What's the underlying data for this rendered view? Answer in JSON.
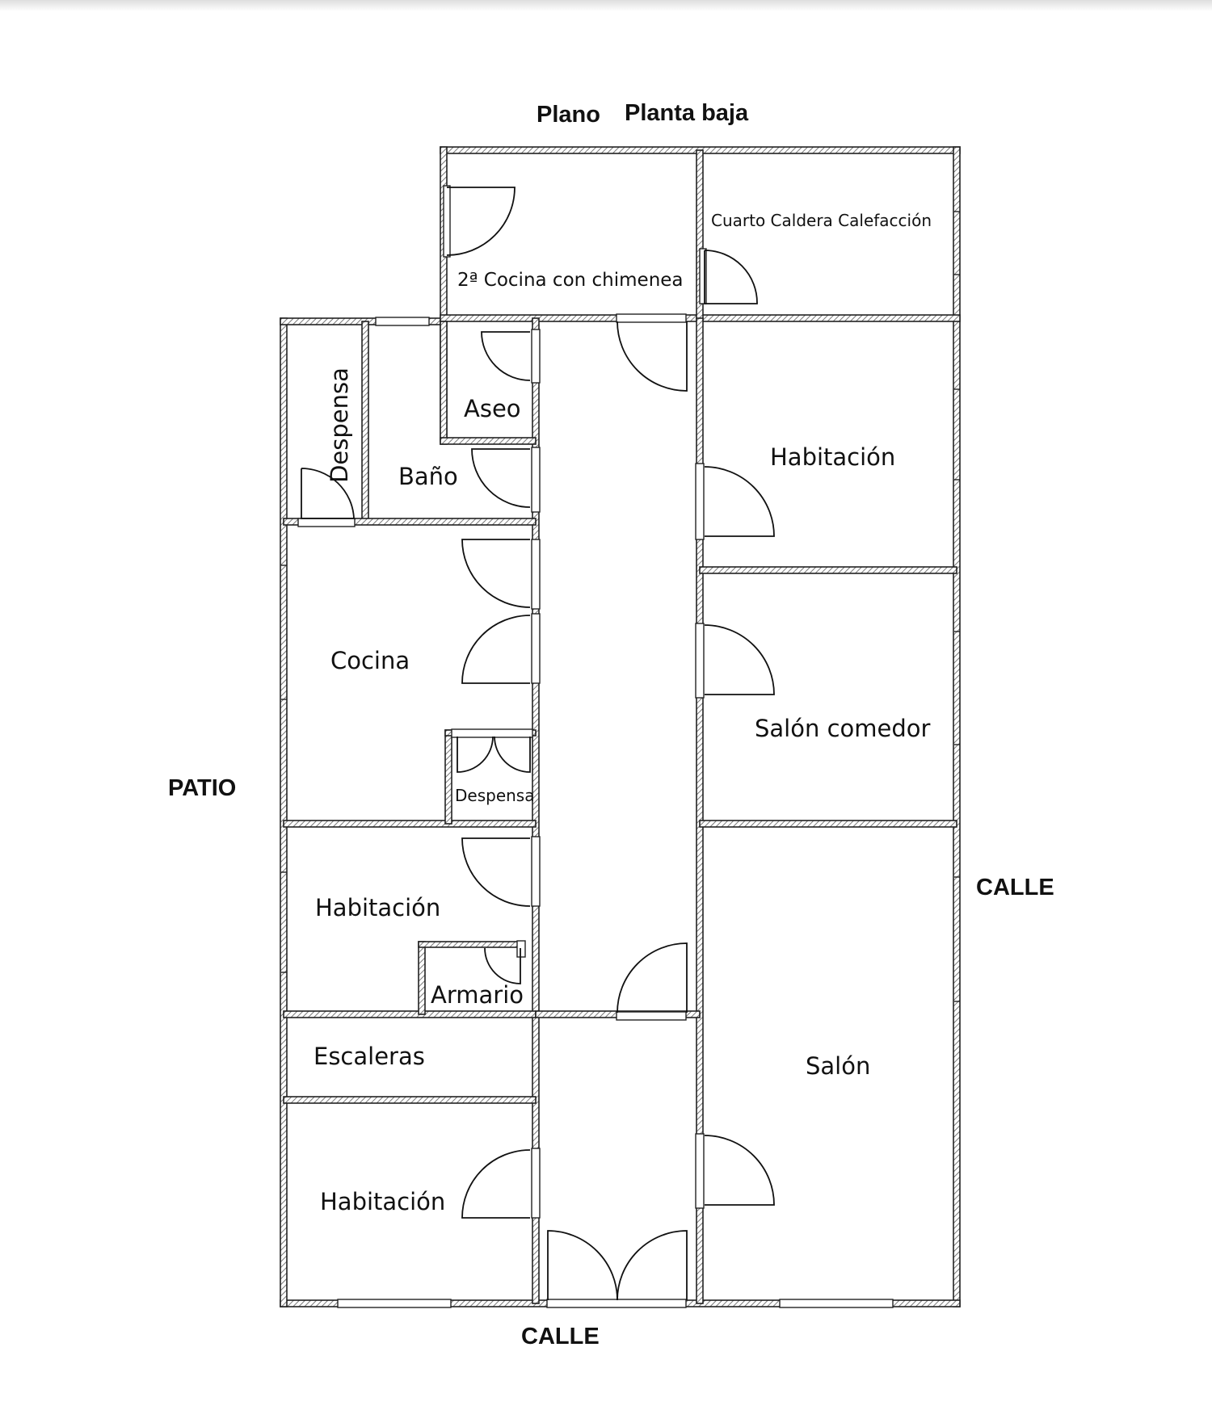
{
  "title": {
    "word1": "Plano",
    "word2": "Planta baja"
  },
  "outside": {
    "left": "PATIO",
    "right": "CALLE",
    "bottom": "CALLE"
  },
  "rooms": {
    "cocina2": "2ª Cocina con chimenea",
    "caldera": "Cuarto Caldera Calefacción",
    "despensa_top": "Despensa",
    "bano": "Baño",
    "aseo": "Aseo",
    "habitacion_right": "Habitación",
    "cocina": "Cocina",
    "despensa_small": "Despensa",
    "salon_comedor": "Salón comedor",
    "habitacion_mid": "Habitación",
    "armario": "Armario",
    "escaleras": "Escaleras",
    "salon": "Salón",
    "habitacion_bottom": "Habitación"
  },
  "colors": {
    "wall": "#222222",
    "hatch": "#8a8a8a",
    "background": "#ffffff"
  }
}
